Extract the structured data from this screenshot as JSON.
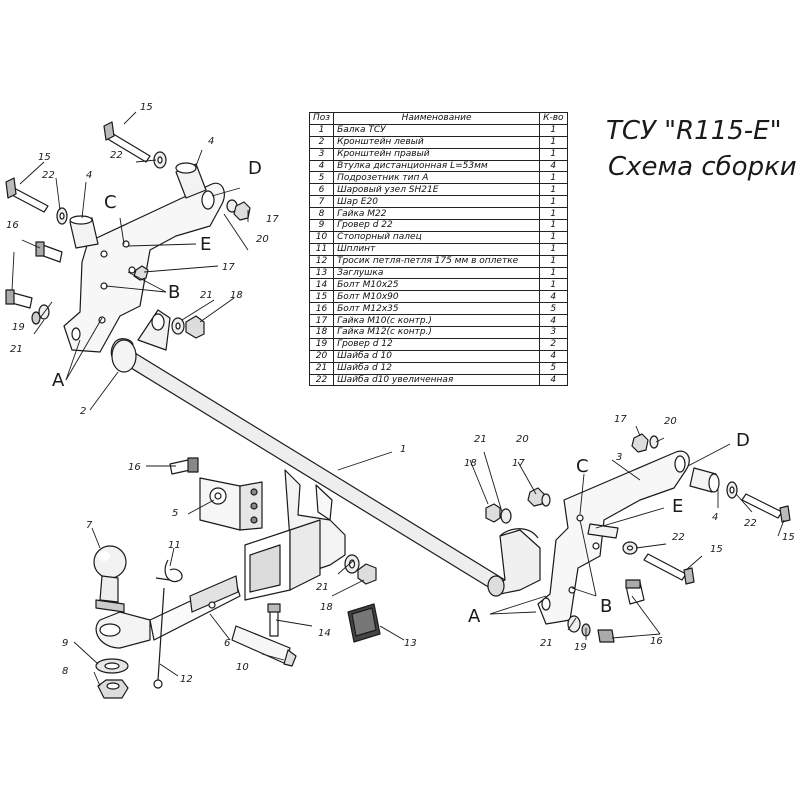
{
  "header": {
    "title": "ТСУ \"R115-E\"",
    "subtitle": "Схема сборки"
  },
  "table": {
    "headers": [
      "Поз",
      "Наименование",
      "К-во"
    ],
    "rows": [
      {
        "pos": "1",
        "name": "Балка ТСУ",
        "qty": "1"
      },
      {
        "pos": "2",
        "name": "Кронштейн левый",
        "qty": "1"
      },
      {
        "pos": "3",
        "name": "Кронштейн правый",
        "qty": "1"
      },
      {
        "pos": "4",
        "name": "Втулка дистанционная L=53мм",
        "qty": "4"
      },
      {
        "pos": "5",
        "name": "Подрозетник тип А",
        "qty": "1"
      },
      {
        "pos": "6",
        "name": "Шаровый узел SH21E",
        "qty": "1"
      },
      {
        "pos": "7",
        "name": "Шар E20",
        "qty": "1"
      },
      {
        "pos": "8",
        "name": "Гайка М22",
        "qty": "1"
      },
      {
        "pos": "9",
        "name": "Гровер d 22",
        "qty": "1"
      },
      {
        "pos": "10",
        "name": "Стопорный палец",
        "qty": "1"
      },
      {
        "pos": "11",
        "name": "Шплинт",
        "qty": "1"
      },
      {
        "pos": "12",
        "name": "Тросик петля-петля 175 мм в оплетке",
        "qty": "1"
      },
      {
        "pos": "13",
        "name": "Заглушка",
        "qty": "1"
      },
      {
        "pos": "14",
        "name": "Болт М10х25",
        "qty": "1"
      },
      {
        "pos": "15",
        "name": "Болт М10х90",
        "qty": "4"
      },
      {
        "pos": "16",
        "name": "Болт М12х35",
        "qty": "5"
      },
      {
        "pos": "17",
        "name": "Гайка М10(с контр.)",
        "qty": "4"
      },
      {
        "pos": "18",
        "name": "Гайка М12(с контр.)",
        "qty": "3"
      },
      {
        "pos": "19",
        "name": "Гровер d 12",
        "qty": "2"
      },
      {
        "pos": "20",
        "name": "Шайба d 10",
        "qty": "4"
      },
      {
        "pos": "21",
        "name": "Шайба d 12",
        "qty": "5"
      },
      {
        "pos": "22",
        "name": "Шайба d10 увеличенная",
        "qty": "4"
      }
    ]
  },
  "callouts": {
    "n1": "1",
    "n2": "2",
    "n3": "3",
    "n4": "4",
    "n5": "5",
    "n6": "6",
    "n7": "7",
    "n8": "8",
    "n9": "9",
    "n10": "10",
    "n11": "11",
    "n12": "12",
    "n13": "13",
    "n14": "14",
    "n15": "15",
    "n16": "16",
    "n17": "17",
    "n18": "18",
    "n19": "19",
    "n20": "20",
    "n21": "21",
    "n22": "22",
    "A": "A",
    "B": "B",
    "C": "C",
    "D": "D",
    "E": "E"
  },
  "colors": {
    "line": "#1a1a1a",
    "fill": "#ffffff",
    "shade": "#e6e6e6",
    "dark": "#555555"
  }
}
